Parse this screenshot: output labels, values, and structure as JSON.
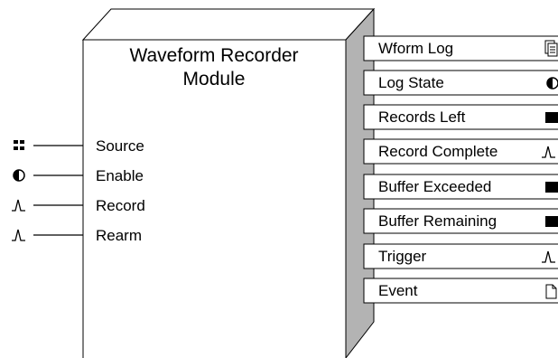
{
  "module": {
    "title_line1": "Waveform Recorder",
    "title_line2": "Module"
  },
  "inputs": [
    {
      "label": "Source",
      "icon": "numeric-array-icon"
    },
    {
      "label": "Enable",
      "icon": "boolean-icon"
    },
    {
      "label": "Record",
      "icon": "pulse-icon"
    },
    {
      "label": "Rearm",
      "icon": "pulse-icon"
    }
  ],
  "outputs": [
    {
      "label": "Wform Log",
      "icon": "log-icon"
    },
    {
      "label": "Log State",
      "icon": "boolean-icon"
    },
    {
      "label": "Records Left",
      "icon": "numeric-icon"
    },
    {
      "label": "Record Complete",
      "icon": "pulse-icon"
    },
    {
      "label": "Buffer Exceeded",
      "icon": "numeric-icon"
    },
    {
      "label": "Buffer Remaining",
      "icon": "numeric-icon"
    },
    {
      "label": "Trigger",
      "icon": "pulse-icon"
    },
    {
      "label": "Event",
      "icon": "event-icon"
    }
  ],
  "colors": {
    "side_face": "#b3b3b3",
    "top_face": "#ffffff",
    "stroke": "#000000"
  }
}
